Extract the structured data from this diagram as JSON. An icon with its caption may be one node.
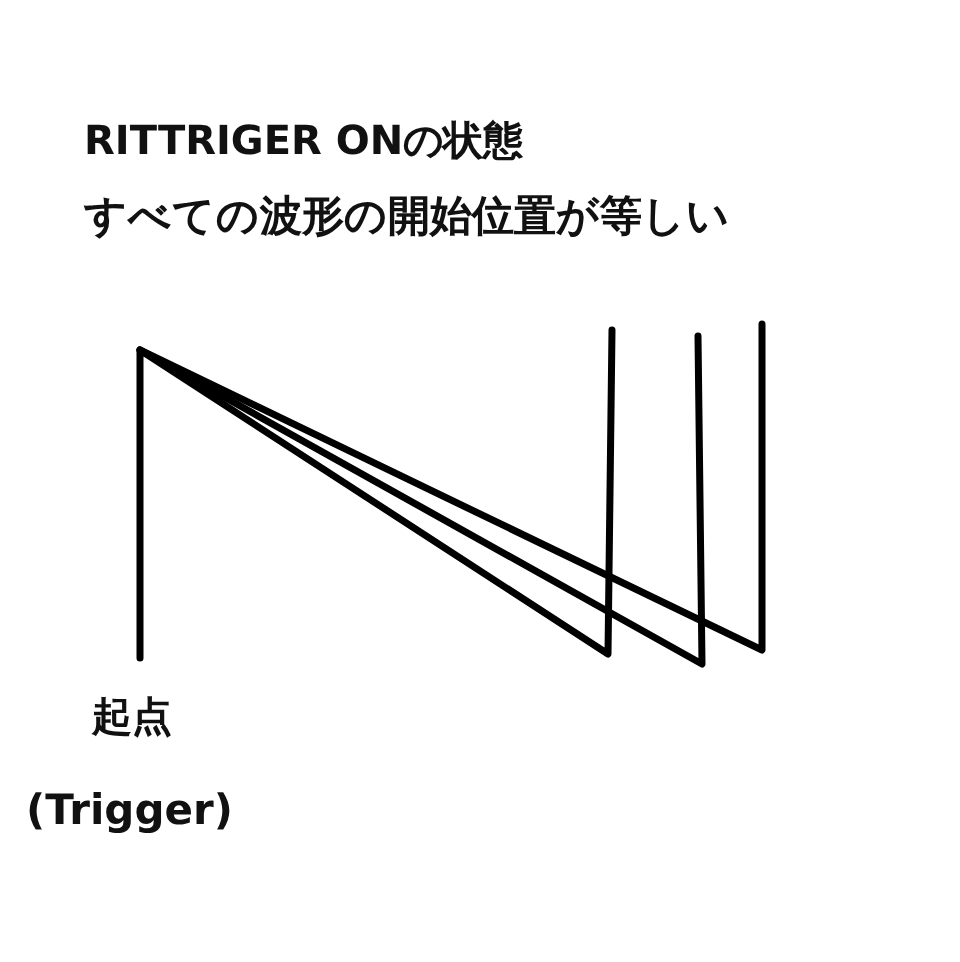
{
  "diagram": {
    "title": "RITTRIGER ONの状態",
    "labels": [
      "すべての波形の開始位置が等しい",
      "起点",
      "(Trigger)"
    ]
  }
}
